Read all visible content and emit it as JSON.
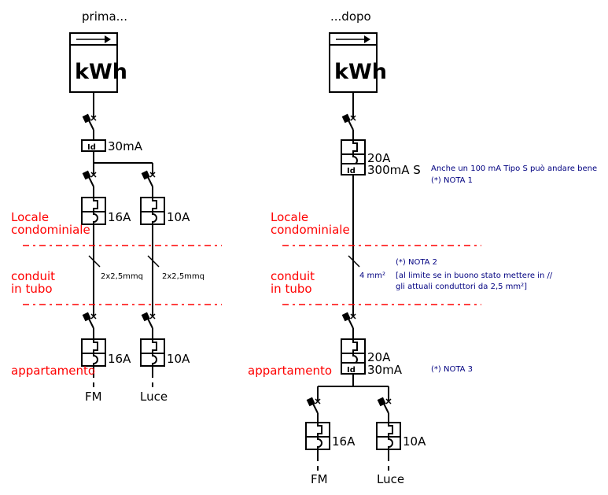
{
  "diagrams": [
    {
      "title": "prima...",
      "meter_label": "kWh",
      "rcd_label": "30mA",
      "rcd_symbol": "Id",
      "branches": [
        {
          "breaker": "16A",
          "cable": "2x2,5mmq",
          "home_breaker": "16A",
          "load": "FM"
        },
        {
          "breaker": "10A",
          "cable": "2x2,5mmq",
          "home_breaker": "10A",
          "load": "Luce"
        }
      ]
    },
    {
      "title": "...dopo",
      "meter_label": "kWh",
      "main_breaker": "20A",
      "main_rcd": "300mA S",
      "rcd_symbol": "Id",
      "cable": "4 mm²",
      "home_breaker": "20A",
      "home_rcd": "30mA",
      "branches": [
        {
          "breaker": "16A",
          "load": "FM"
        },
        {
          "breaker": "10A",
          "load": "Luce"
        }
      ]
    }
  ],
  "zones": {
    "locale": [
      "Locale",
      "condominiale"
    ],
    "conduit": [
      "conduit",
      "in tubo"
    ],
    "appartamento": "appartamento"
  },
  "notes": {
    "nota1_line1": "Anche un 100 mA Tipo S può andare bene",
    "nota1_line2": "(*) NOTA 1",
    "nota2_line1": "(*) NOTA 2",
    "nota2_line2": "[al limite se in buono stato mettere in //",
    "nota2_line3": "gli attuali conduttori da 2,5 mm²]",
    "nota3": "(*) NOTA 3"
  },
  "colors": {
    "zone_text": "#ff0000",
    "note_text": "#000080",
    "lines": "#000000"
  }
}
